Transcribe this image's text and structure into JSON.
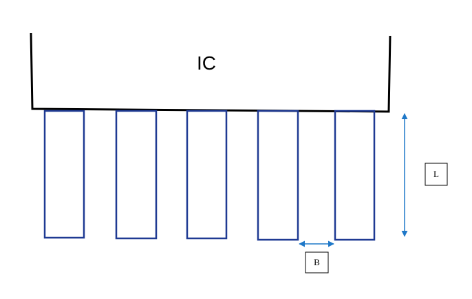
{
  "labels": {
    "chip": "IC",
    "length": "L",
    "spacing": "B"
  },
  "colors": {
    "chip_outline": "#000000",
    "pins": "#1f3a93",
    "dimension_arrows": "#1f78c8",
    "label_box": "#000000"
  }
}
